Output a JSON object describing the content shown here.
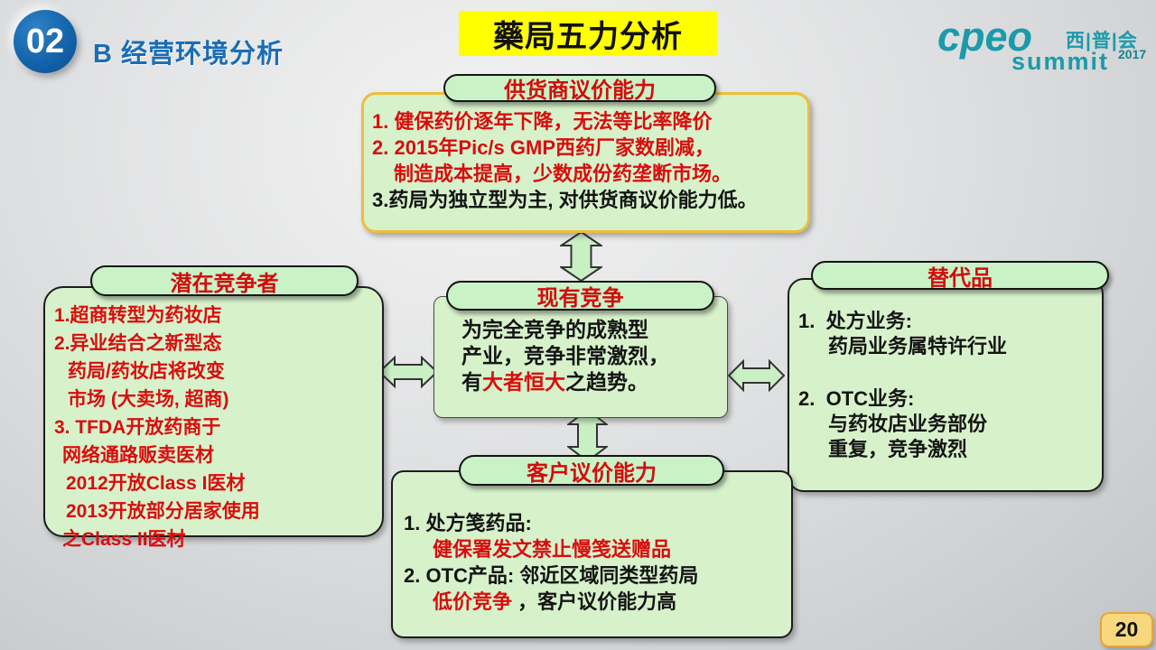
{
  "header": {
    "badge_number": "02",
    "section_title": "B 经营环境分析",
    "title": "藥局五力分析"
  },
  "logo": {
    "brand": "cpeo",
    "chinese": "西|普|会",
    "summit": "summit",
    "year": "2017"
  },
  "forces": {
    "supplier": {
      "header": "供货商议价能力",
      "lines": [
        [
          {
            "text": "1. 健保药价逐年下降，无法等比率降价",
            "color": "red"
          }
        ],
        [
          {
            "text": "2. 2015年Pic/s GMP西药厂家数剧减，",
            "color": "red"
          }
        ],
        [
          {
            "text": "制造成本提高，少数成份药垄断市场。",
            "color": "red"
          }
        ],
        [
          {
            "text": "3.药局为独立型为主, 对供货商议价能力低。",
            "color": "black"
          }
        ]
      ]
    },
    "potential": {
      "header": "潜在竞争者",
      "lines": [
        [
          {
            "text": "1.超商转型为药妆店",
            "color": "red"
          }
        ],
        [
          {
            "text": "2.异业结合之新型态",
            "color": "red"
          }
        ],
        [
          {
            "text": "药局/药妆店将改变",
            "color": "red"
          }
        ],
        [
          {
            "text": "市场 (大卖场, 超商)",
            "color": "red"
          }
        ],
        [
          {
            "text": "3. TFDA开放药商于",
            "color": "red"
          }
        ],
        [
          {
            "text": "网络通路贩卖医材",
            "color": "red"
          }
        ],
        [
          {
            "text": "2012开放Class I医材",
            "color": "red"
          }
        ],
        [
          {
            "text": "2013开放部分居家使用",
            "color": "red"
          }
        ],
        [
          {
            "text": "之Class II医材",
            "color": "red"
          }
        ]
      ]
    },
    "existing": {
      "header": "现有竞争",
      "lines": [
        [
          {
            "text": "为完全竞争的成熟型",
            "color": "black"
          }
        ],
        [
          {
            "text": "产业，竞争非常激烈，",
            "color": "black"
          }
        ],
        [
          {
            "text": "有",
            "color": "black"
          },
          {
            "text": "大者恒大",
            "color": "red"
          },
          {
            "text": "之趋势。",
            "color": "black"
          }
        ]
      ]
    },
    "substitutes": {
      "header": "替代品",
      "lines": [
        [
          {
            "text": "1.  处方业务:",
            "color": "black"
          }
        ],
        [
          {
            "text": "药局业务属特许行业",
            "color": "black"
          }
        ],
        [
          {
            "text": "2.  OTC业务:",
            "color": "black"
          }
        ],
        [
          {
            "text": "与药妆店业务部份",
            "color": "black"
          }
        ],
        [
          {
            "text": "重复，竞争激烈",
            "color": "black"
          }
        ]
      ]
    },
    "customer": {
      "header": "客户议价能力",
      "lines": [
        [
          {
            "text": "1. 处方笺药品:",
            "color": "black"
          }
        ],
        [
          {
            "text": "健保署发文禁止慢笺送赠品",
            "color": "red"
          }
        ],
        [
          {
            "text": "2. OTC产品: 邻近区域同类型药局",
            "color": "black"
          }
        ],
        [
          {
            "text": "低价竞争",
            "color": "red"
          },
          {
            "text": " ，客户议价能力高",
            "color": "black"
          }
        ]
      ]
    }
  },
  "footer": {
    "page_number": "20"
  },
  "colors": {
    "red_text": "#d90d0d",
    "black_text": "#141414",
    "box_fill": "#d7f2cb",
    "pill_fill": "#c9f2c7",
    "pill_border": "#141414",
    "supplier_border": "#edbe3c",
    "title_bg": "#ffff00",
    "section_blue": "#1a6db6",
    "logo_teal": "#1b9aab",
    "arrow_fill": "#c9efc5",
    "arrow_stroke": "#333333",
    "page_fill": "#f7d87c",
    "page_border": "#e9a43f"
  }
}
